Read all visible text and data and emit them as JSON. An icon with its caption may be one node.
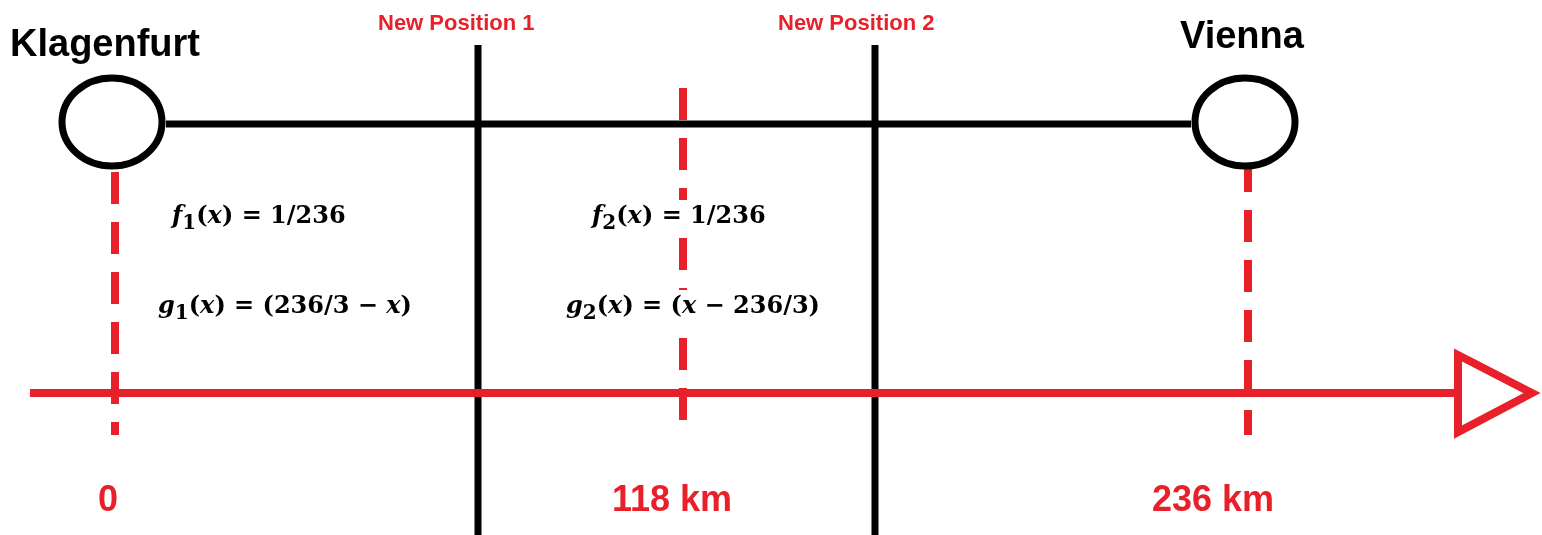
{
  "diagram": {
    "nodes": [
      {
        "text": [
          "Klagenfurt"
        ]
      },
      {
        "text": [
          "Vienna"
        ]
      }
    ],
    "edges": [
      {
        "from": 0,
        "to": 1,
        "arrow": "none"
      }
    ],
    "labels": [
      "New Position 1",
      "New Position 2",
      "*f*$_{1}$(*x*) = 1/236",
      "*f*$_{2}$(*x*) = 1/236",
      "*g*$_{1}$(*x*) = (236/3 − *x*)",
      "*g*$_{2}$(*x*) = (*x* − 236/3)",
      "0",
      "118 km",
      "236 km"
    ]
  }
}
